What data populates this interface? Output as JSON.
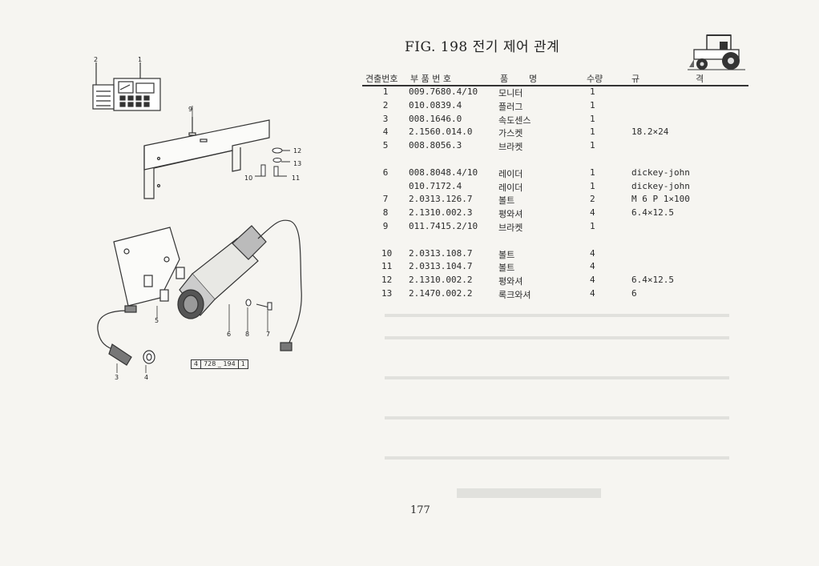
{
  "figure_title": "FIG. 198 전기 제어 관계",
  "page_number": "177",
  "reference_box": [
    "4",
    "728 _ 194",
    "1"
  ],
  "callouts": [
    "1",
    "2",
    "3",
    "4",
    "5",
    "6",
    "7",
    "8",
    "9",
    "10",
    "11",
    "12",
    "13"
  ],
  "table": {
    "headers": {
      "item_no": "견출번호",
      "part_no": "부 품 번 호",
      "name_a": "품",
      "name_b": "명",
      "qty": "수량",
      "spec_a": "규",
      "spec_b": "격"
    },
    "rows": [
      {
        "no": "1",
        "part": "009.7680.4/10",
        "name": "모니터",
        "qty": "1",
        "spec": ""
      },
      {
        "no": "2",
        "part": "010.0839.4",
        "name": "플러그",
        "qty": "1",
        "spec": ""
      },
      {
        "no": "3",
        "part": "008.1646.0",
        "name": "속도센스",
        "qty": "1",
        "spec": ""
      },
      {
        "no": "4",
        "part": "2.1560.014.0",
        "name": "가스켓",
        "qty": "1",
        "spec": "18.2×24"
      },
      {
        "no": "5",
        "part": "008.8056.3",
        "name": "브라켓",
        "qty": "1",
        "spec": ""
      },
      {
        "no": "",
        "part": "",
        "name": "",
        "qty": "",
        "spec": ""
      },
      {
        "no": "6",
        "part": "008.8048.4/10",
        "name": "레이더",
        "qty": "1",
        "spec": "dickey-john"
      },
      {
        "no": "",
        "part": "010.7172.4",
        "name": "레이더",
        "qty": "1",
        "spec": "dickey-john"
      },
      {
        "no": "7",
        "part": "2.0313.126.7",
        "name": "볼트",
        "qty": "2",
        "spec": "M 6 P 1×100"
      },
      {
        "no": "8",
        "part": "2.1310.002.3",
        "name": "평와셔",
        "qty": "4",
        "spec": "6.4×12.5"
      },
      {
        "no": "9",
        "part": "011.7415.2/10",
        "name": "브라켓",
        "qty": "1",
        "spec": ""
      },
      {
        "no": "",
        "part": "",
        "name": "",
        "qty": "",
        "spec": ""
      },
      {
        "no": "10",
        "part": "2.0313.108.7",
        "name": "볼트",
        "qty": "4",
        "spec": ""
      },
      {
        "no": "11",
        "part": "2.0313.104.7",
        "name": "볼트",
        "qty": "4",
        "spec": ""
      },
      {
        "no": "12",
        "part": "2.1310.002.2",
        "name": "평와셔",
        "qty": "4",
        "spec": "6.4×12.5"
      },
      {
        "no": "13",
        "part": "2.1470.002.2",
        "name": "록크와셔",
        "qty": "4",
        "spec": "6"
      }
    ]
  }
}
